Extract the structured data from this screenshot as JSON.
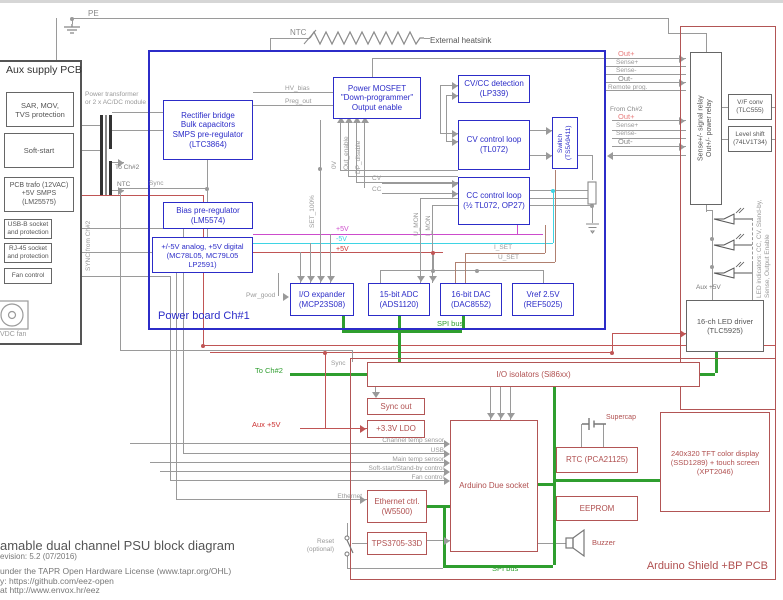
{
  "top": {
    "pe": "PE",
    "ntc": "NTC",
    "external_heatsink": "External heatsink"
  },
  "aux_supply": {
    "title": "Aux supply PCB",
    "sar": "SAR, MOV,\nTVS protection",
    "soft_start": "Soft-start",
    "trafo": "PCB trafo (12VAC)\n+5V SMPS\n(LM25575)",
    "usb": "USB-B socket\nand protection",
    "rj45": "RJ-45 socket\nand protection",
    "fan_control": "Fan control",
    "fan_label": "VDC fan",
    "transformer_label": "Power transformer\nor 2 x AC/DC module",
    "to_ch2": "To Ch#2",
    "ntc": "NTC",
    "sync_from_ch2": "SYNC from Ch#2"
  },
  "power_board": {
    "title": "Power board Ch#1",
    "rectifier": "Rectifier bridge\nBulk capacitors\nSMPS pre-regulator\n(LTC3864)",
    "bias": "Bias pre-regulator\n(LM5574)",
    "analog5v": "+/-5V analog, +5V digital\n(MC78L05, MC79L05\nLP2591)",
    "mosfet": "Power MOSFET\n\"Down-programmer\"\nOutput enable",
    "detection": "CV/CC detection\n(LP339)",
    "cv_loop": "CV control loop\n(TL072)",
    "cc_loop": "CC control loop\n(½ TL072, OP27)",
    "switch": "Switch\n(TS5A9411)",
    "io_expander": "I/O expander\n(MCP23S08)",
    "adc": "15-bit ADC\n(ADS1120)",
    "dac": "16-bit DAC\n(DAC8552)",
    "vref": "Vref 2.5V\n(REF5025)",
    "spi_bus": "SPI bus",
    "signals": {
      "hv_bias": "HV_bias",
      "preg_out": "Preg_out",
      "sync": "Sync",
      "ov": "0V",
      "out_enable": "Out_enable",
      "dp_disable": "DP_disable",
      "set100": "SET_100%",
      "cv": "CV",
      "cc": "CC",
      "u_mon": "U_MON",
      "i_mon": "I_MON",
      "p5v_analog": "+5V",
      "m5v": "-5V",
      "p5v_dig": "+5V",
      "i_set": "I_SET",
      "u_set": "U_SET",
      "pwr_good": "Pwr_good"
    }
  },
  "outputs": {
    "out_plus": "Out+",
    "sense_plus": "Sense+",
    "sense_minus": "Sense-",
    "out_minus": "Out-",
    "remote_prog": "Remote prog.",
    "from_ch2": "From Ch#2",
    "out_plus2": "Out+",
    "sense_plus2": "Sense+",
    "sense_minus2": "Sense-",
    "out_minus2": "Out-"
  },
  "front_panel": {
    "relay": "Sense+/- signal relay\nOut+/- power relay",
    "vf_conv": "V/F conv\n(TLC555)",
    "level_shift": "Level shift\n(74LV1T34)",
    "led_driver": "16-ch LED driver\n(TLC5925)",
    "aux_5v": "Aux +5V",
    "led_indicators": "LED indicators: CC, CV, Stand-by,\nSense, Output Enable"
  },
  "shield": {
    "title": "Arduino Shield +BP PCB",
    "isolators": "I/O isolators (Si86xx)",
    "sync_out": "Sync out",
    "ldo": "+3.3V LDO",
    "due": "Arduino Due socket",
    "ethernet_ctrl": "Ethernet ctrl.\n(W5500)",
    "tps": "TPS3705-33D",
    "rtc": "RTC (PCA21125)",
    "supercap": "Supercap",
    "eeprom": "EEPROM",
    "buzzer": "Buzzer",
    "tft": "240x320 TFT color display\n(SSD1289) + touch screen\n(XPT2046)",
    "reset": "Reset\n(optional)",
    "spi_bus": "SPI bus",
    "signals": {
      "sync": "Sync",
      "to_ch2": "To Ch#2",
      "aux_5v": "Aux +5V",
      "channel_temp": "Channel temp sensor",
      "usb": "USB",
      "main_temp": "Main temp sensor",
      "softstart": "Soft-start/Stand-by control",
      "fan": "Fan control",
      "ethernet": "Ethernet"
    }
  },
  "footer": {
    "title": "amable dual channel PSU block diagram",
    "revision": "evision: 5.2 (07/2016)",
    "license": "under the TAPR Open Hardware License (www.tapr.org/OHL)",
    "repo": "y: https://github.com/eez-open",
    "site": "at http://www.envox.hr/eez"
  },
  "colors": {
    "blue": "#2c2cc8",
    "red_pcb": "#b25555",
    "green": "#2f9e2f",
    "red_wire": "#c05555",
    "magenta": "#cc4ccc",
    "cyan": "#3fd4e4",
    "salmon": "#e98080",
    "gray_wire": "#9a9a9a"
  }
}
